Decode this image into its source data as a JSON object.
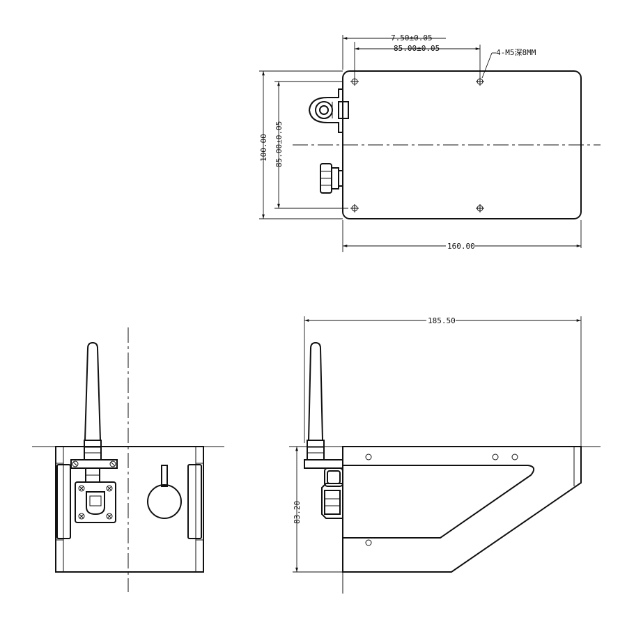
{
  "dimensions": {
    "hole_offset": "7.50±0.05",
    "hole_spacing_horizontal": "85.00±0.05",
    "hole_callout": "4-M5深8MM",
    "overall_height": "100.00",
    "hole_spacing_vertical": "85.00±0.05",
    "plate_length": "160.00",
    "overall_length": "185.50",
    "side_height": "83.20"
  },
  "colors": {
    "line": "#111111",
    "background": "#ffffff"
  }
}
